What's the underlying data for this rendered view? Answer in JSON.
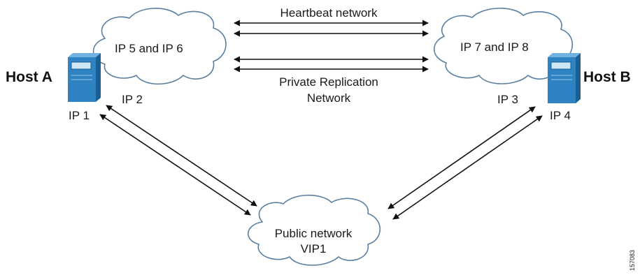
{
  "hosts": {
    "a": {
      "label": "Host A",
      "ip_left": "IP 1",
      "ip_right": "IP 2"
    },
    "b": {
      "label": "Host B",
      "ip_left": "IP 3",
      "ip_right": "IP 4"
    }
  },
  "clouds": {
    "host_a": {
      "label": "IP 5 and IP 6"
    },
    "host_b": {
      "label": "IP 7 and IP 8"
    },
    "public": {
      "line1": "Public network",
      "line2": "VIP1"
    }
  },
  "networks": {
    "heartbeat": "Heartbeat network",
    "replication_line1": "Private Replication",
    "replication_line2": "Network"
  },
  "figure_id": "157083",
  "colors": {
    "server_front": "#2f83c2",
    "server_side": "#1b5f95",
    "server_top": "#6fb1e0",
    "cloud_stroke": "#5a7fa0",
    "line": "#111111"
  }
}
